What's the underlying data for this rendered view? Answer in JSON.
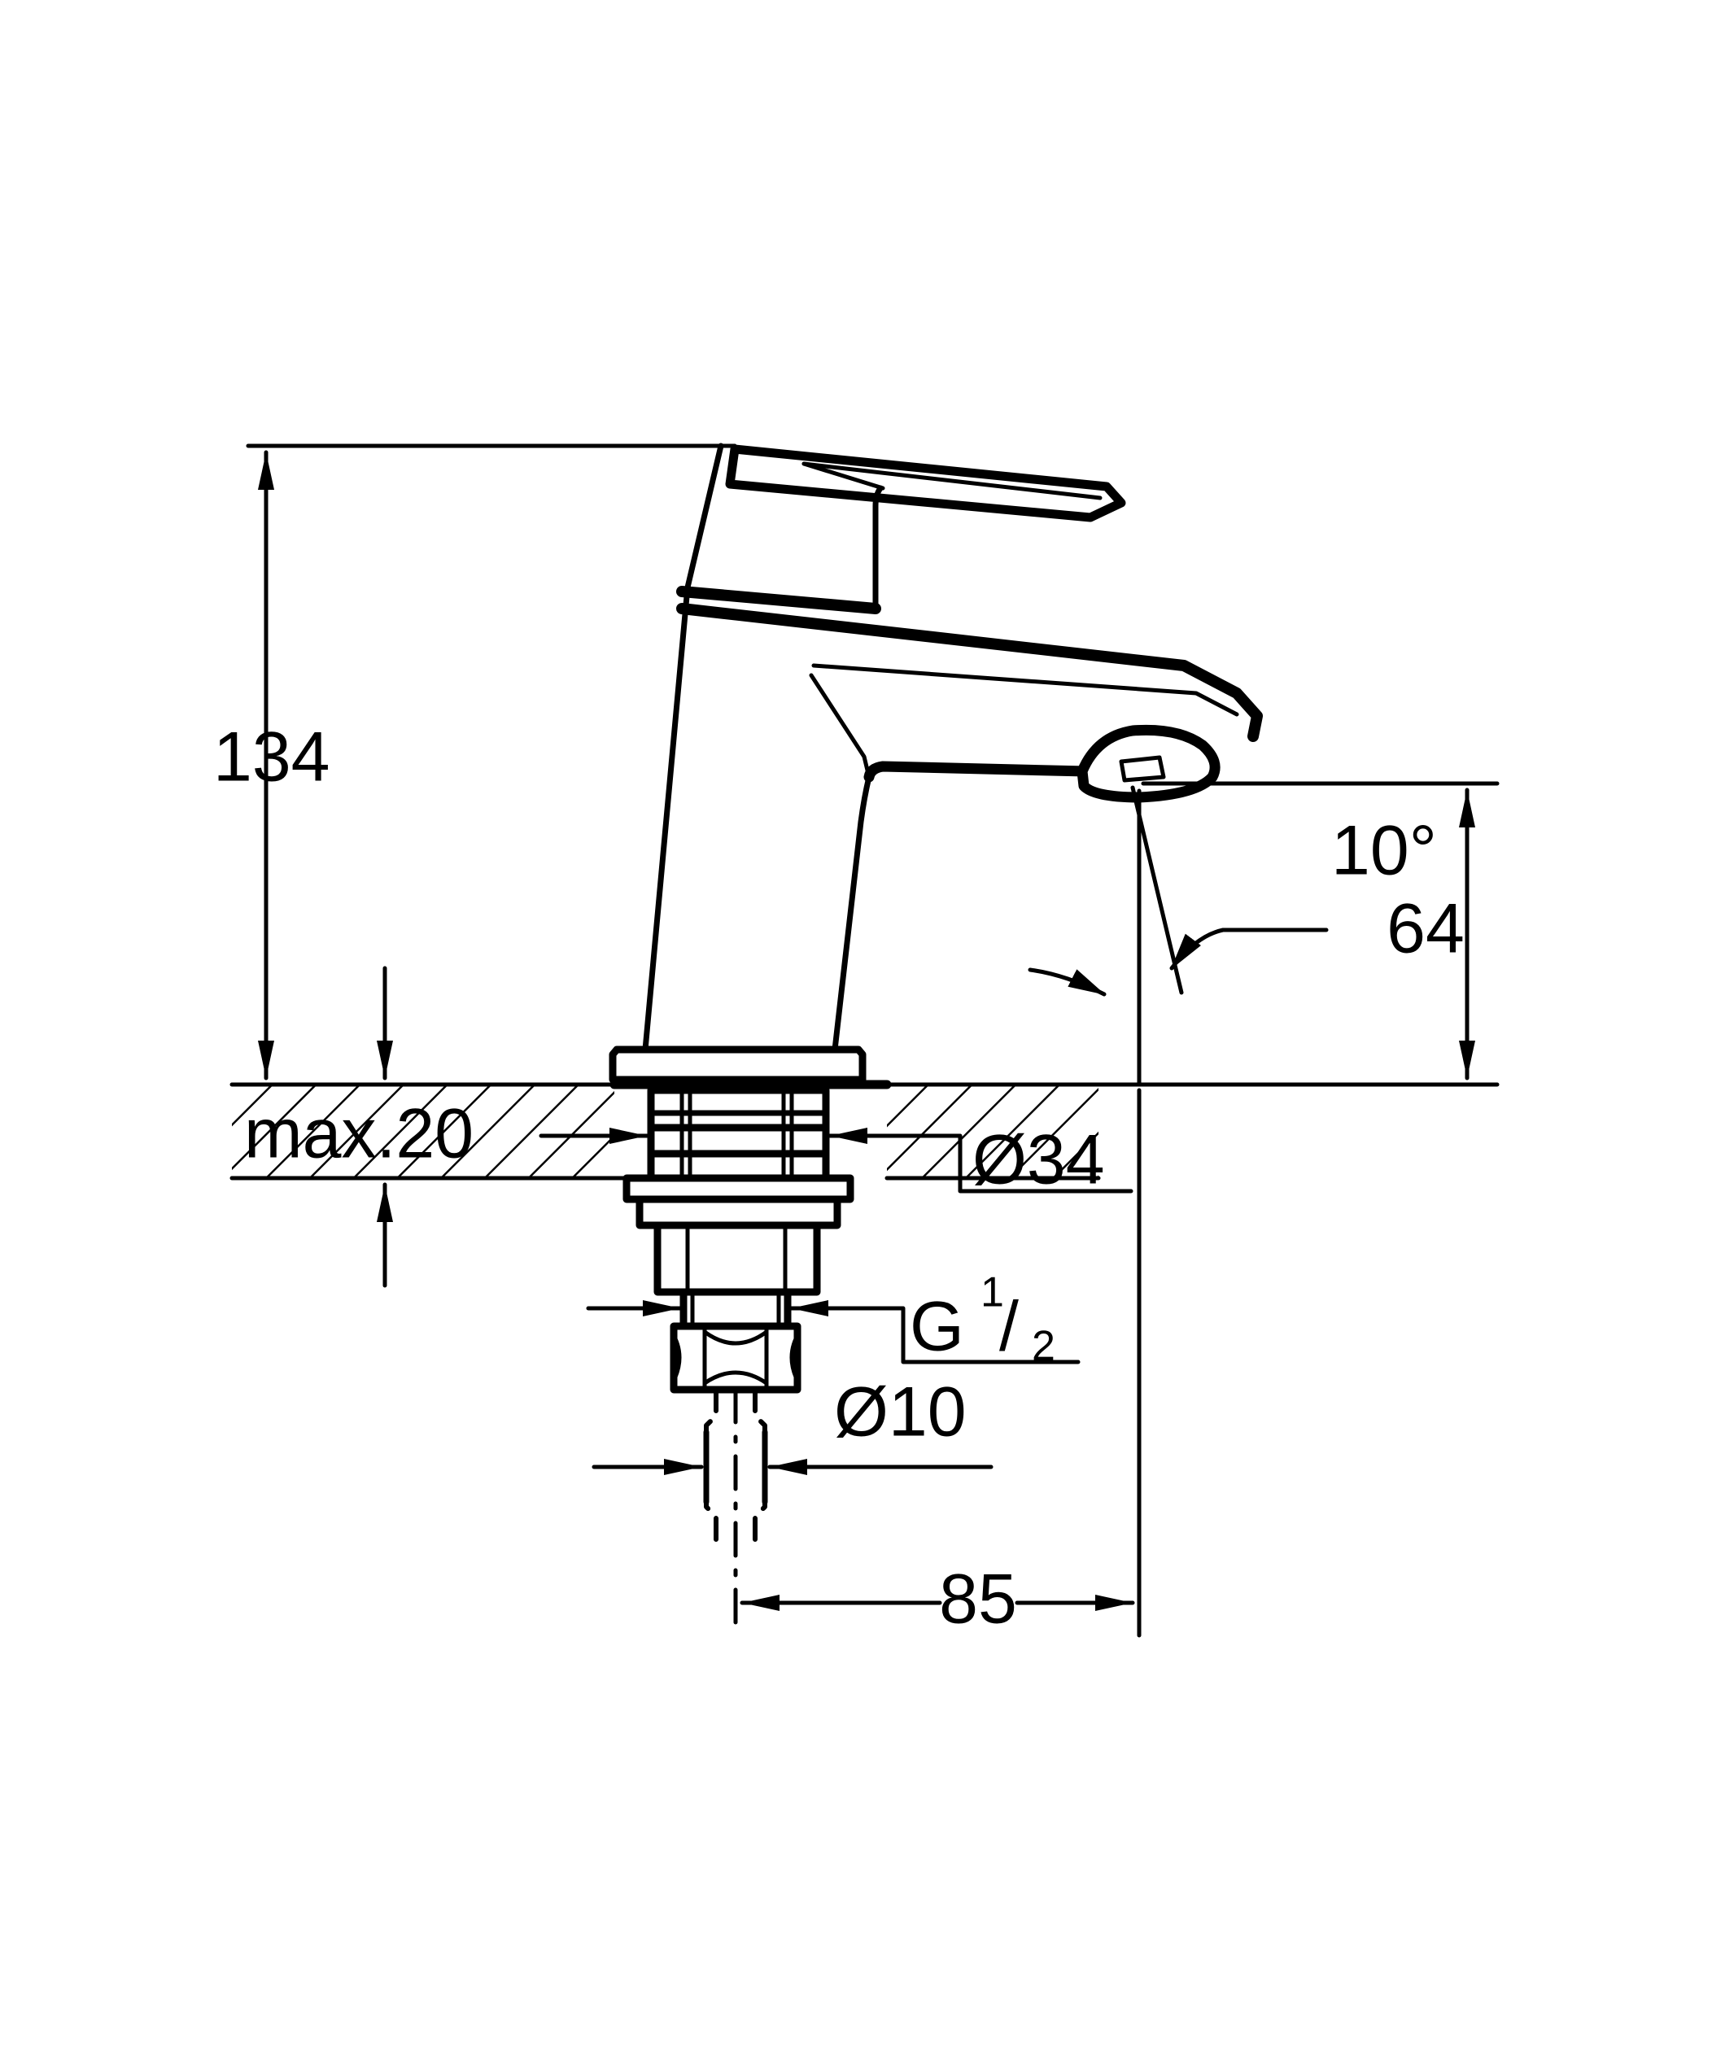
{
  "drawing": {
    "title": "Single-lever basin mixer dimensional drawing",
    "units": "mm",
    "line_color": "#000000",
    "background_color": "#ffffff"
  },
  "dimensions": {
    "total_height": "134",
    "spout_height": "64",
    "spout_angle": "10°",
    "counter_thickness": "max.20",
    "shank_diameter": "Ø34",
    "thread_size_letter": "G",
    "thread_size_numerator": "1",
    "thread_size_slash": "/",
    "thread_size_denominator": "2",
    "tube_diameter": "Ø10",
    "spout_reach": "85"
  },
  "labels": [
    {
      "id": "height-134",
      "text": "134",
      "kind": "linear-vertical"
    },
    {
      "id": "height-64",
      "text": "64",
      "kind": "linear-vertical"
    },
    {
      "id": "angle-10",
      "text": "10°",
      "kind": "angular"
    },
    {
      "id": "thickness-20",
      "text": "max.20",
      "kind": "linear-vertical"
    },
    {
      "id": "diameter-34",
      "text": "Ø34",
      "kind": "leader-diameter"
    },
    {
      "id": "thread-g12",
      "text": "G 1/2",
      "kind": "leader-thread"
    },
    {
      "id": "diameter-10",
      "text": "Ø10",
      "kind": "leader-diameter"
    },
    {
      "id": "reach-85",
      "text": "85",
      "kind": "linear-horizontal"
    }
  ]
}
